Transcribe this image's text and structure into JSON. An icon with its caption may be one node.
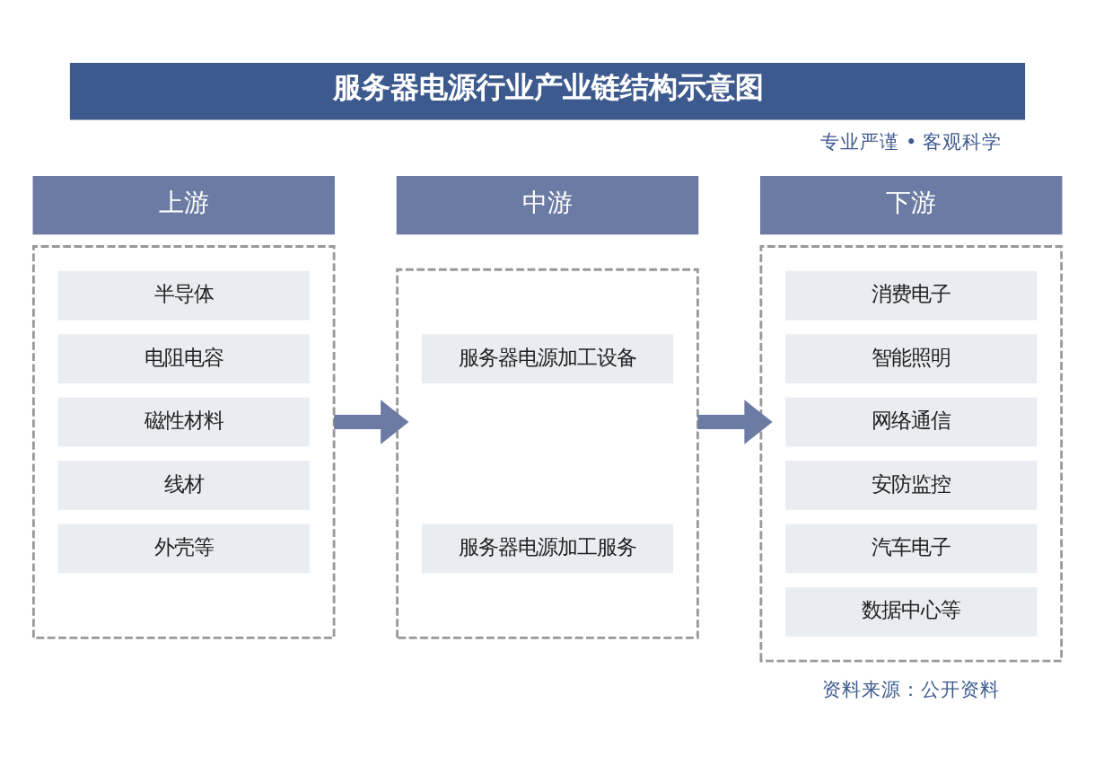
{
  "diagram": {
    "title": "服务器电源行业产业链结构示意图",
    "nodes": [
      {
        "text": [
          "上游"
        ]
      },
      {
        "text": [
          "中游"
        ]
      },
      {
        "text": [
          "下游"
        ]
      },
      {
        "text": [],
        "shape": "box"
      },
      {
        "text": [
          "半导体"
        ],
        "in": 3
      },
      {
        "text": [
          "电阻电容"
        ],
        "in": 3
      },
      {
        "text": [
          "磁性材料"
        ],
        "in": 3
      },
      {
        "text": [
          "线材"
        ],
        "in": 3
      },
      {
        "text": [
          "外壳等"
        ],
        "in": 3
      },
      {
        "text": [],
        "shape": "box"
      },
      {
        "text": [
          "服务器电源加工设备"
        ],
        "in": 9
      },
      {
        "text": [
          "服务器电源加工服务"
        ],
        "in": 9
      },
      {
        "text": [],
        "shape": "box"
      },
      {
        "text": [
          "消费电子"
        ],
        "in": 12
      },
      {
        "text": [
          "智能照明"
        ],
        "in": 12
      },
      {
        "text": [
          "网络通信"
        ],
        "in": 12
      },
      {
        "text": [
          "安防监控"
        ],
        "in": 12
      },
      {
        "text": [
          "汽车电子"
        ],
        "in": 12
      },
      {
        "text": [
          "数据中心等"
        ],
        "in": 12
      }
    ],
    "edges": [
      {
        "from": 3,
        "to": 9,
        "arrow": "to"
      },
      {
        "from": 9,
        "to": 12,
        "arrow": "to"
      }
    ],
    "labels": [
      "专业严谨 • 客观科学",
      "资料来源：公开资料"
    ]
  }
}
